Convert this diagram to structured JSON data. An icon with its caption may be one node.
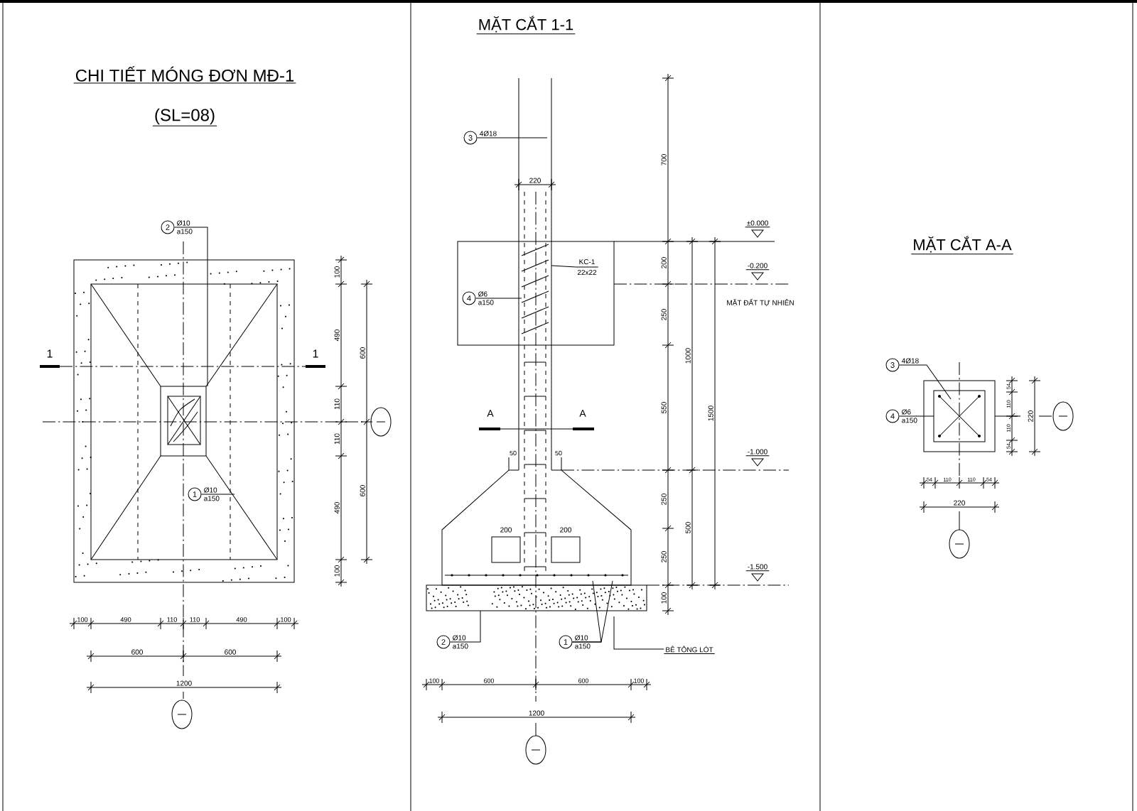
{
  "diagram": {
    "nodes": [
      {
        "text": [
          "2"
        ],
        "beside": [
          "Ø10",
          "a150"
        ]
      },
      {
        "text": [
          "1"
        ],
        "beside": [
          "Ø10",
          "a150"
        ]
      },
      {
        "text": [
          "3"
        ],
        "beside": [
          "4Ø18"
        ]
      },
      {
        "text": [
          "KC-1",
          "22x22"
        ]
      },
      {
        "text": [
          "4"
        ],
        "beside": [
          "Ø6",
          "a150"
        ]
      },
      {
        "text": [
          "2"
        ],
        "beside": [
          "Ø10",
          "a150"
        ]
      },
      {
        "text": [
          "1"
        ],
        "beside": [
          "Ø10",
          "a150"
        ]
      },
      {
        "text": [
          "BÊ TÔNG LÓT"
        ]
      },
      {
        "text": [
          "3"
        ],
        "beside": [
          "4Ø18"
        ]
      },
      {
        "text": [
          "4"
        ],
        "beside": [
          "Ø6",
          "a150"
        ]
      }
    ],
    "edges": [
      {
        "from": 0,
        "to": null,
        "arrow": "none"
      },
      {
        "from": 1,
        "to": null,
        "arrow": "none"
      },
      {
        "from": 2,
        "to": null,
        "arrow": "none"
      },
      {
        "from": 3,
        "to": null,
        "arrow": "none"
      },
      {
        "from": 4,
        "to": null,
        "arrow": "none"
      },
      {
        "from": 5,
        "to": null,
        "arrow": "none"
      },
      {
        "from": 6,
        "to": null,
        "arrow": "none"
      },
      {
        "from": 6,
        "to": null,
        "arrow": "none"
      },
      {
        "from": 7,
        "to": null,
        "arrow": "none"
      },
      {
        "from": 8,
        "to": null,
        "arrow": "none"
      },
      {
        "from": 9,
        "to": null,
        "arrow": "none"
      }
    ],
    "labels": [
      "CHI TIẾT MÓNG ĐƠN MĐ-1",
      "(SL=08)",
      "1",
      "1",
      "100",
      "490",
      "110",
      "110",
      "490",
      "100",
      "600",
      "600",
      "100",
      "490",
      "110",
      "110",
      "490",
      "100",
      "600",
      "600",
      "1200",
      "MẶT CẮT 1-1",
      "220",
      "±0.000",
      "-0.200",
      "MẶT ĐẤT TỰ NHIÊN",
      "A",
      "A",
      "50",
      "50",
      "200",
      "200",
      "-1.000",
      "-1.500",
      "700",
      "200",
      "250",
      "550",
      "250",
      "250",
      "100",
      "1000",
      "500",
      "1500",
      "100",
      "600",
      "600",
      "100",
      "1200",
      "MẶT CẮT A-A",
      "54",
      "110",
      "110",
      "54",
      "220",
      "54",
      "110",
      "110",
      "54",
      "220"
    ]
  }
}
